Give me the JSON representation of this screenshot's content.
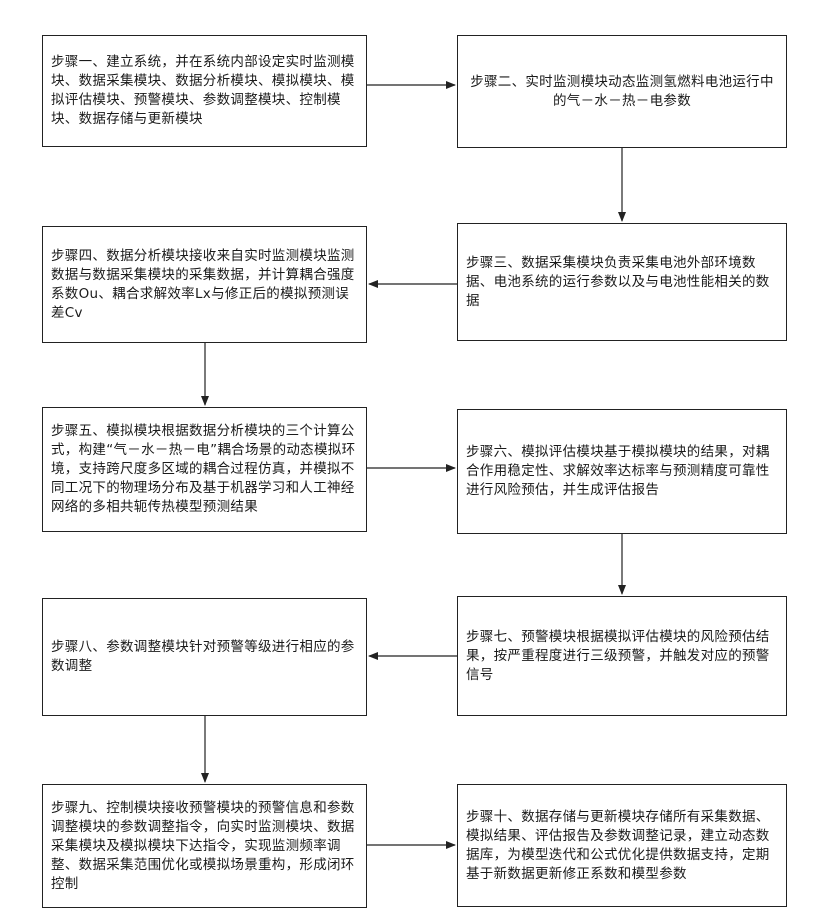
{
  "steps": {
    "s1": "步骤一、建立系统，并在系统内部设定实时监测模块、数据采集模块、数据分析模块、模拟模块、模拟评估模块、预警模块、参数调整模块、控制模块、数据存储与更新模块",
    "s2": "步骤二、实时监测模块动态监测氢燃料电池运行中的气－水－热－电参数",
    "s3": "步骤三、数据采集模块负责采集电池外部环境数据、电池系统的运行参数以及与电池性能相关的数据",
    "s4": "步骤四、数据分析模块接收来自实时监测模块监测数据与数据采集模块的采集数据，并计算耦合强度系数Ou、耦合求解效率Lx与修正后的模拟预测误差Cv",
    "s5": "步骤五、模拟模块根据数据分析模块的三个计算公式，构建“气－水－热－电”耦合场景的动态模拟环境，支持跨尺度多区域的耦合过程仿真，并模拟不同工况下的物理场分布及基于机器学习和人工神经网络的多相共轭传热模型预测结果",
    "s6": "步骤六、模拟评估模块基于模拟模块的结果，对耦合作用稳定性、求解效率达标率与预测精度可靠性进行风险预估，并生成评估报告",
    "s7": "步骤七、预警模块根据模拟评估模块的风险预估结果，按严重程度进行三级预警，并触发对应的预警信号",
    "s8": "步骤八、参数调整模块针对预警等级进行相应的参数调整",
    "s9": "步骤九、控制模块接收预警模块的预警信息和参数调整模块的参数调整指令，向实时监测模块、数据采集模块及模拟模块下达指令，实现监测频率调整、数据采集范围优化或模拟场景重构，形成闭环控制",
    "s10": "步骤十、数据存储与更新模块存储所有采集数据、模拟结果、评估报告及参数调整记录，建立动态数据库，为模型迭代和公式优化提供数据支持，定期基于新数据更新修正系数和模型参数"
  },
  "colors": {
    "line": "#222222",
    "text": "#1a1a1a"
  }
}
